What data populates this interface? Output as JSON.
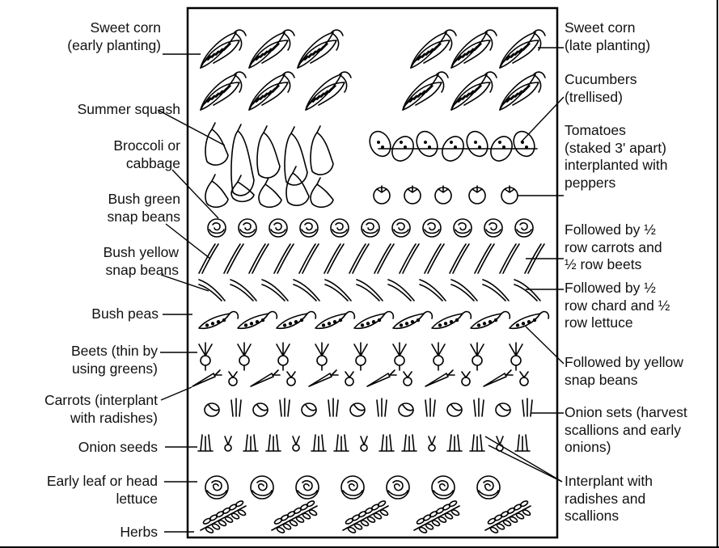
{
  "labels_left": [
    {
      "id": "sweet-corn-early",
      "lines": [
        "Sweet corn",
        "(early planting)"
      ]
    },
    {
      "id": "summer-squash",
      "lines": [
        "Summer squash"
      ]
    },
    {
      "id": "broccoli-cabbage",
      "lines": [
        "Broccoli or",
        "cabbage"
      ]
    },
    {
      "id": "bush-green-beans",
      "lines": [
        "Bush green",
        "snap beans"
      ]
    },
    {
      "id": "bush-yellow-beans",
      "lines": [
        "Bush yellow",
        "snap beans"
      ]
    },
    {
      "id": "bush-peas",
      "lines": [
        "Bush peas"
      ]
    },
    {
      "id": "beets",
      "lines": [
        "Beets (thin by",
        "using greens)"
      ]
    },
    {
      "id": "carrots",
      "lines": [
        "Carrots (interplant",
        "with radishes)"
      ]
    },
    {
      "id": "onion-seeds",
      "lines": [
        "Onion seeds"
      ]
    },
    {
      "id": "lettuce",
      "lines": [
        "Early leaf or head",
        "lettuce"
      ]
    },
    {
      "id": "herbs",
      "lines": [
        "Herbs"
      ]
    }
  ],
  "labels_right": [
    {
      "id": "sweet-corn-late",
      "lines": [
        "Sweet corn",
        "(late planting)"
      ]
    },
    {
      "id": "cucumbers",
      "lines": [
        "Cucumbers",
        "(trellised)"
      ]
    },
    {
      "id": "tomatoes",
      "lines": [
        "Tomatoes",
        "(staked 3' apart)",
        "interplanted with",
        "peppers"
      ]
    },
    {
      "id": "followed-carrots-beets",
      "lines": [
        "Followed by ½",
        "row carrots and",
        "½ row beets"
      ]
    },
    {
      "id": "followed-chard-lettuce",
      "lines": [
        "Followed by ½",
        "row chard and ½",
        "row lettuce"
      ]
    },
    {
      "id": "followed-yellow-beans",
      "lines": [
        "Followed by yellow",
        "snap beans"
      ]
    },
    {
      "id": "onion-sets",
      "lines": [
        "Onion sets (harvest",
        "scallions and early",
        "onions)"
      ]
    },
    {
      "id": "interplant-radishes",
      "lines": [
        "Interplant with",
        "radishes and",
        "scallions"
      ]
    }
  ]
}
